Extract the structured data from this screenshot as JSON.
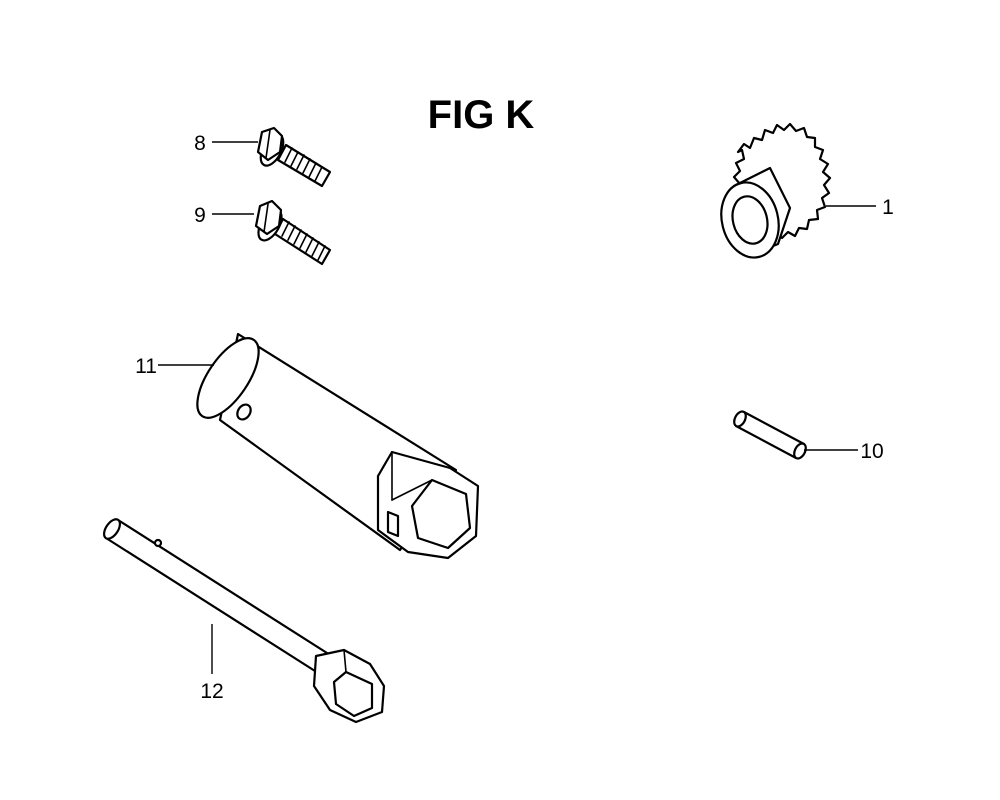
{
  "figure": {
    "title": "FIG K"
  },
  "parts": [
    {
      "callout": "1",
      "icon": "sprocket-gear-icon"
    },
    {
      "callout": "8",
      "icon": "flange-bolt-icon"
    },
    {
      "callout": "9",
      "icon": "flange-bolt-icon"
    },
    {
      "callout": "10",
      "icon": "dowel-pin-icon"
    },
    {
      "callout": "11",
      "icon": "spark-plug-wrench-icon"
    },
    {
      "callout": "12",
      "icon": "box-wrench-handle-icon"
    }
  ],
  "colors": {
    "ink": "#000000",
    "paper": "#ffffff"
  }
}
